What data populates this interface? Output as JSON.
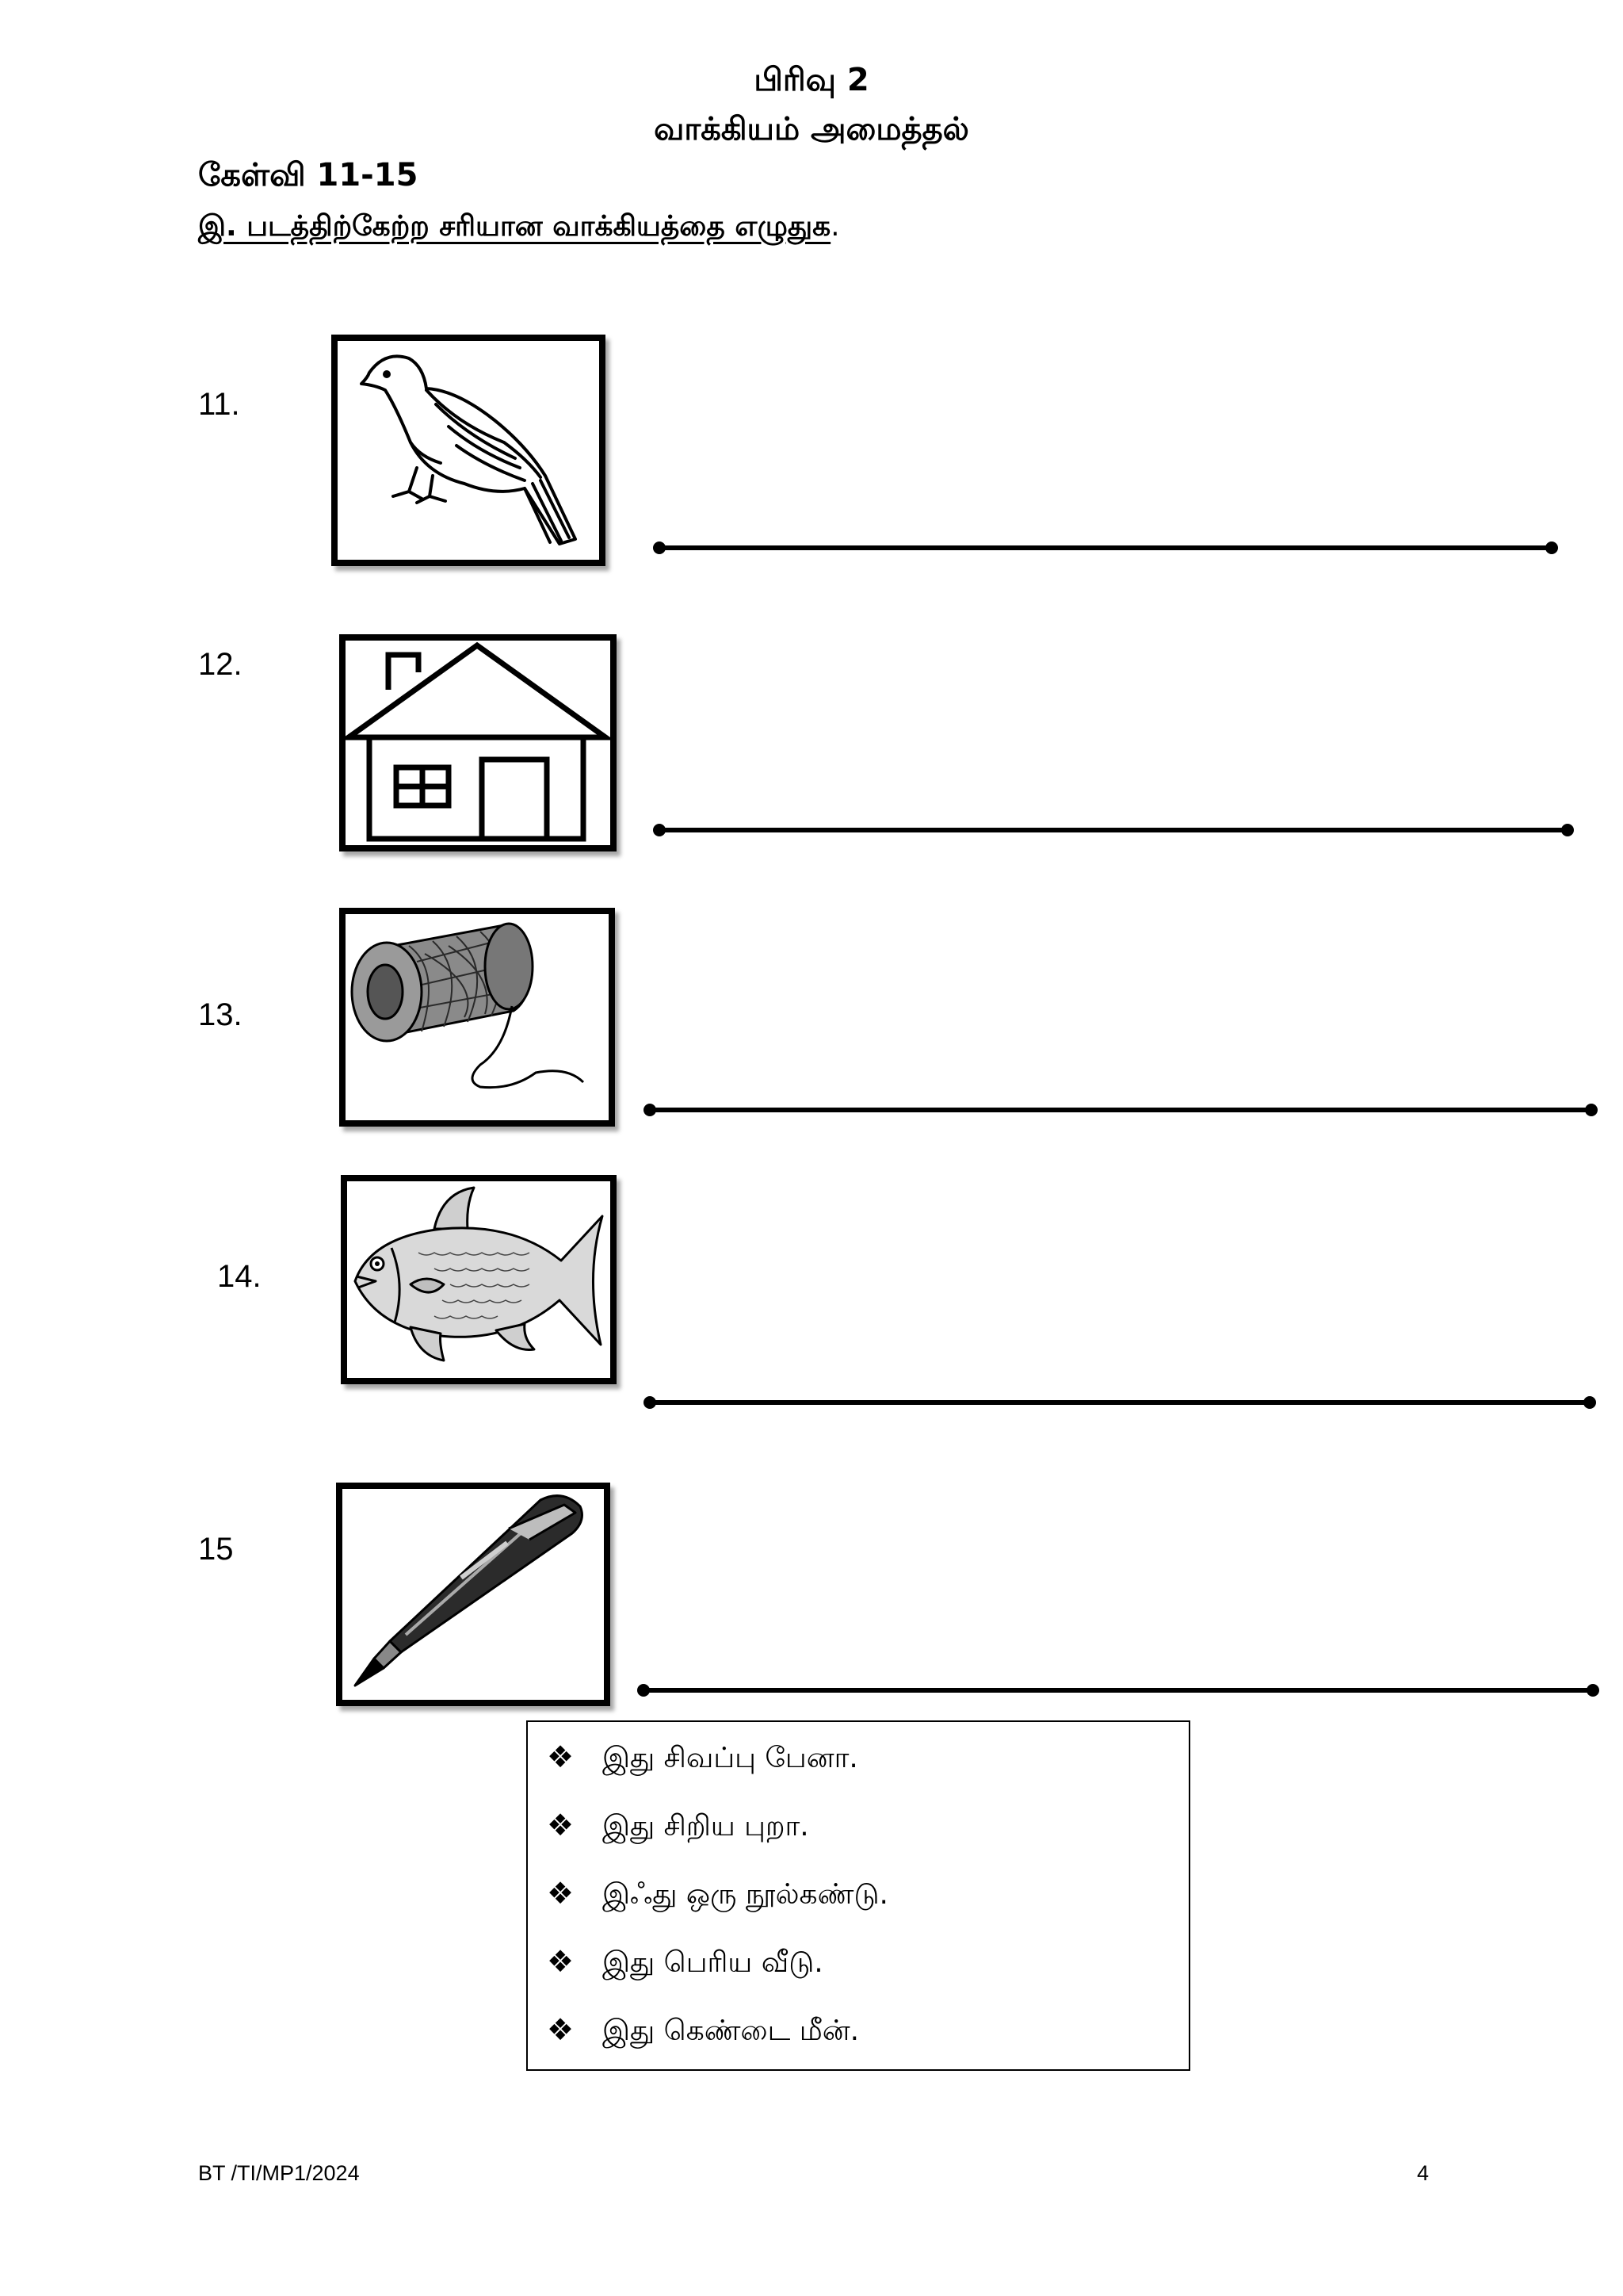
{
  "header": {
    "section": "பிரிவு  2",
    "topic": "வாக்கியம்  அமைத்தல்",
    "question_range": "கேள்வி  11-15",
    "instruction": "இ.  படத்திற்கேற்ற  சரியான  வாக்கியத்தை  எழுதுக",
    "instruction_end": "."
  },
  "questions": [
    {
      "number": "11.",
      "icon": "bird-icon"
    },
    {
      "number": "12.",
      "icon": "house-icon"
    },
    {
      "number": "13.",
      "icon": "thread-spool-icon"
    },
    {
      "number": "14.",
      "icon": "fish-icon"
    },
    {
      "number": "15",
      "icon": "pen-icon"
    }
  ],
  "word_box": {
    "bullet": "❖",
    "options": [
      "இது  சிவப்பு  பேனா.",
      "இது  சிறிய  புறா.",
      "இஃது  ஒரு  நூல்கண்டு.",
      "இது  பெரிய  வீடு.",
      "இது  கெண்டை  மீன்."
    ]
  },
  "footer": {
    "code": "BT /TI/MP1/2024",
    "page": "4"
  }
}
